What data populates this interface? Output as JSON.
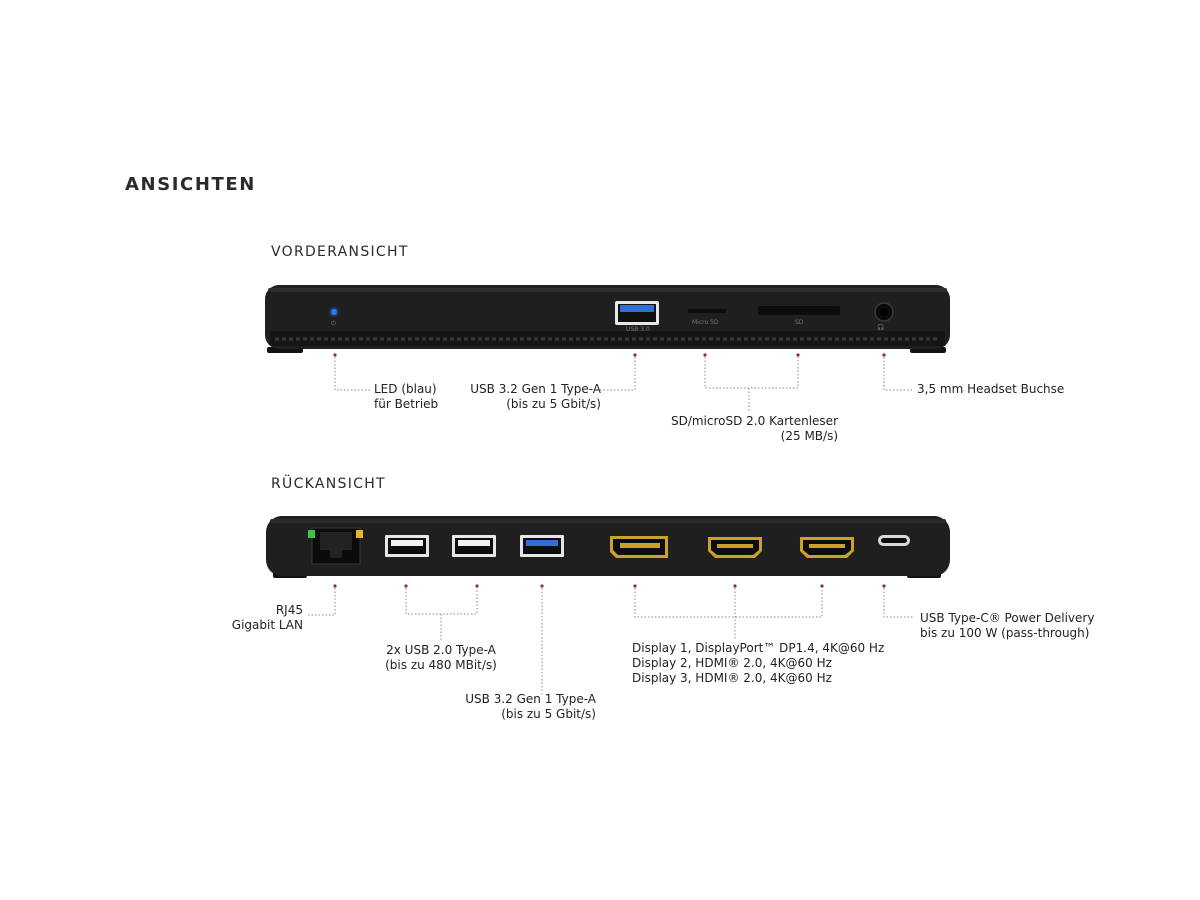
{
  "title": "ANSICHTEN",
  "front": {
    "heading": "VORDERANSICHT",
    "port_markings": {
      "usb": "USB 3.0",
      "micro_sd": "Micro SD",
      "sd": "SD"
    },
    "callouts": {
      "led": [
        "LED (blau)",
        "für Betrieb"
      ],
      "usb": [
        "USB 3.2 Gen 1 Type-A",
        "(bis zu 5 Gbit/s)"
      ],
      "card": [
        "SD/microSD 2.0 Kartenleser",
        "(25 MB/s)"
      ],
      "audio": "3,5 mm Headset Buchse"
    }
  },
  "rear": {
    "heading": "RÜCKANSICHT",
    "callouts": {
      "rj45": [
        "RJ45",
        "Gigabit LAN"
      ],
      "usb2": [
        "2x USB 2.0 Type-A",
        "(bis zu 480 MBit/s)"
      ],
      "usb3": [
        "USB 3.2 Gen 1 Type-A",
        "(bis zu 5 Gbit/s)"
      ],
      "displays": [
        "Display 1, DisplayPort™ DP1.4, 4K@60 Hz",
        "Display 2, HDMI® 2.0, 4K@60 Hz",
        "Display 3, HDMI® 2.0, 4K@60 Hz"
      ],
      "usbc": [
        "USB Type-C® Power Delivery",
        "bis zu 100 W (pass-through)"
      ]
    }
  },
  "colors": {
    "device": "#1f1f1f",
    "usb3_blue": "#2f6fd6",
    "hdmi_gold": "#c9a227",
    "marker": "#8a2a4a",
    "led": "#2a7bff"
  }
}
